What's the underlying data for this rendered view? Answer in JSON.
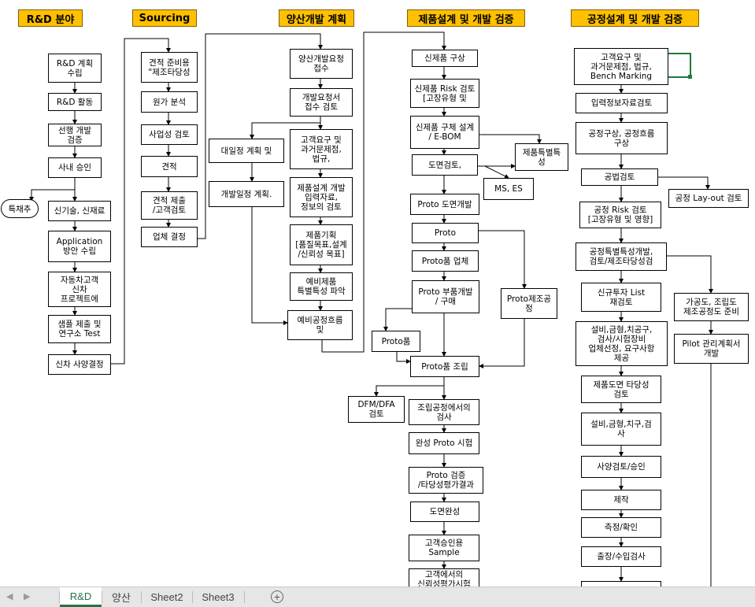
{
  "headers": {
    "rnd": "R&D 분야",
    "sourcing": "Sourcing",
    "mass_plan": "양산개발 계획",
    "design": "제품설계 및 개발 검증",
    "process": "공정설계 및 개발 검증"
  },
  "rnd": {
    "plan": "R&D 계획\n수립",
    "activity": "R&D 활동",
    "advanced": "선행 개발\n검증",
    "approval": "사내 승인",
    "patent": "특채추",
    "newtech": "신기술, 신재료",
    "application": "Application\n방안 수립",
    "oem": "자동차고객\n신차\n프로젝트에",
    "sample": "샘플 제출 및\n연구소 Test",
    "spec": "신차 사양결정"
  },
  "sourcing": {
    "prep": "견적 준비용\n\"제조타당성",
    "cost": "원가 분석",
    "biz": "사업성 검토",
    "quote": "견적",
    "submit": "견적 제출\n/고객검토",
    "supplier": "업체 결정"
  },
  "mass": {
    "request": "양산개발요청\n접수",
    "spec_review": "개발요청서\n접수 검토",
    "schedule": "대일정 계획 및",
    "dev_schedule": "개발일정 계획.",
    "customer_req": "고객요구 및\n과거문제점,\n법규,",
    "input": "제품설계 개발\n입력자료,\n정보의 검토",
    "goal": "제품기획\n[품질목표,설계\n/신뢰성 목표]",
    "pre_char": "예비제품\n특별특성 파악",
    "pre_flow": "예비공정흐름\n및"
  },
  "design": {
    "concept": "신제품 구상",
    "risk": "신제품 Risk 검토\n[고장유형 및",
    "detail": "신제품 구체 설계\n/ E-BOM",
    "drawing": "도면검토,",
    "special": "제품특별특\n성",
    "ms_es": "MS, ES",
    "proto_drawing": "Proto 도면개발",
    "proto": "Proto",
    "proto_supplier": "Proto품 업체",
    "proto_parts": "Proto 부품개발\n/ 구매",
    "proto_process": "Proto제조공\n정",
    "proto_item": "Proto품",
    "proto_assembly": "Proto품 조립",
    "dfm": "DFM/DFA\n검토",
    "assembly_inspection": "조립공정에서의\n검사",
    "final_proto_test": "완성 Proto 시험",
    "proto_verify": "Proto 검증\n/타당성평가결과",
    "drawing_complete": "도면완성",
    "customer_sample": "고객승인용\nSample",
    "customer_test": "고객에서의\n신뢰성평가시험"
  },
  "process": {
    "requirements": "고객요구 및\n과거문제점, 법규,\nBench Marking",
    "input_review": "입력정보자료검토",
    "concept_flow": "공정구상, 공정흐름\n구상",
    "method": "공법검토",
    "layout": "공정 Lay-out 검토",
    "risk": "공정 Risk 검토\n[고장유형 및 영향]",
    "special_char": "공정특별특성개발,\n검토/제조타당성검",
    "investment": "신규투자 List\n재검토",
    "equipment": "설비,금형,치공구,\n검사/시험장비\n업체선정, 요구사항\n제공",
    "drawing_review": "제품도면 타당성\n검토",
    "tooling": "설비,금형,치구,검\n사",
    "spec_approval": "사양검토/승인",
    "manufacture": "제작",
    "measure": "측정/확인",
    "shipping": "출장/수입검사",
    "pre_prod": "가공도, 조립도\n제조공정도 준비",
    "pilot": "Pilot 관리계획서\n개발"
  },
  "tabs": [
    "R&D",
    "양산",
    "Sheet2",
    "Sheet3"
  ],
  "active_tab": "R&D",
  "colors": {
    "header": "#ffc000",
    "active_tab": "#217346",
    "connector_green": "#1f7a3c"
  }
}
